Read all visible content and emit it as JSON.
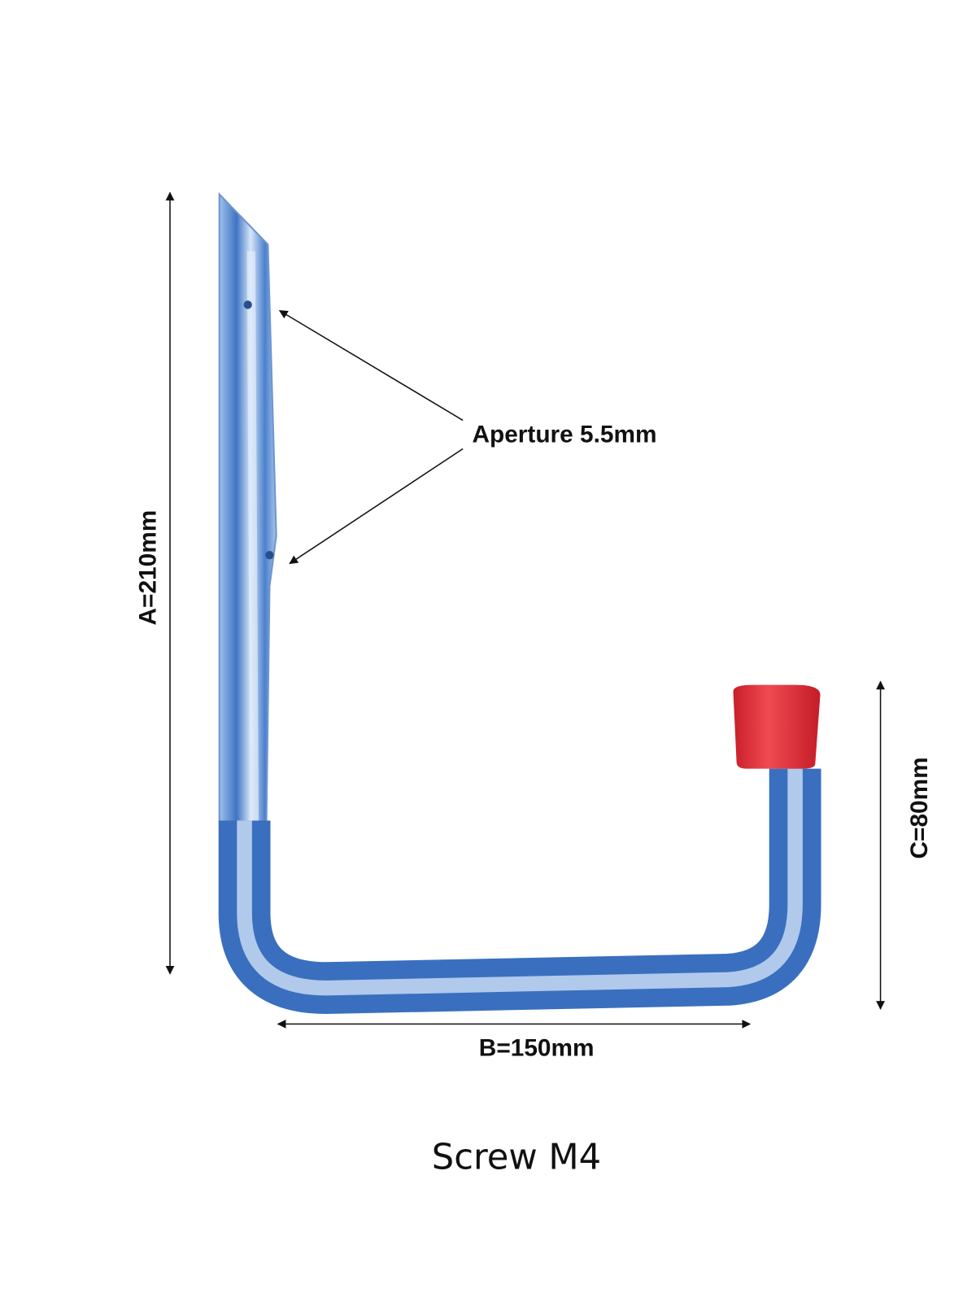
{
  "labels": {
    "height_a": "A=210mm",
    "width_b": "B=150mm",
    "hook_c": "C=80mm",
    "aperture": "Aperture 5.5mm",
    "screw": "Screw M4"
  },
  "colors": {
    "cap": "#e2323c",
    "metal": "#3f78c8",
    "arrow": "#111111"
  }
}
